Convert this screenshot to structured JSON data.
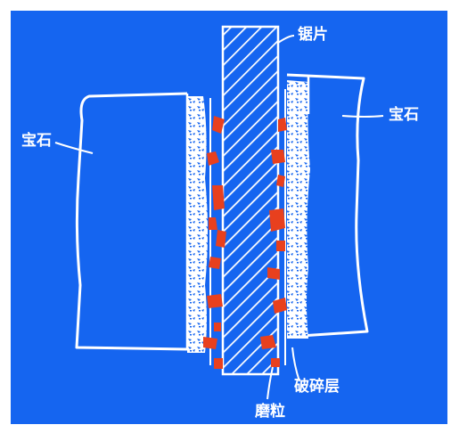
{
  "diagram": {
    "colors": {
      "background": "#1565f0",
      "line": "#ffffff",
      "grit": "#e8401e"
    },
    "labels": {
      "blade": "锯片",
      "gem_left": "宝石",
      "gem_right": "宝石",
      "crushed_layer": "破碎层",
      "abrasive_grain": "磨粒"
    }
  }
}
